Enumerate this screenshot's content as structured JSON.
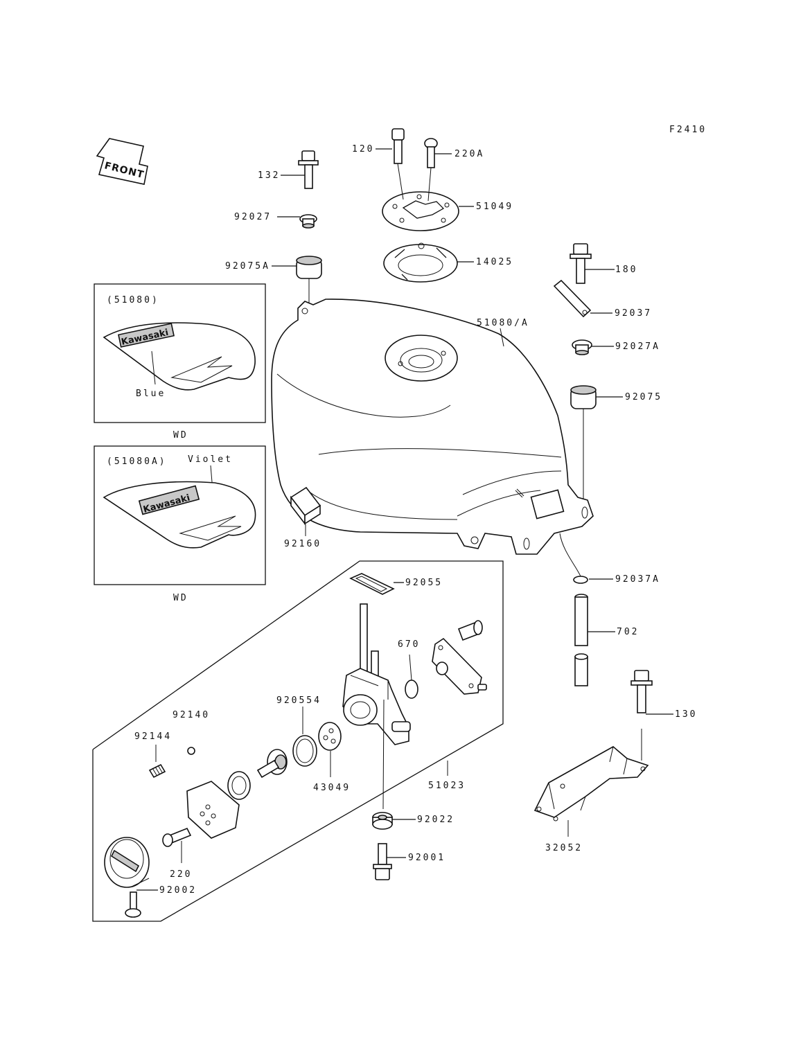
{
  "figure_code": "F2410",
  "direction_label": "FRONT",
  "parts": {
    "p120": "120",
    "p220A": "220A",
    "p132": "132",
    "p51049": "51049",
    "p92027": "92027",
    "p14025": "14025",
    "p92075A": "92075A",
    "p180": "180",
    "p92037": "92037",
    "p51080A": "51080/A",
    "p92027A": "92027A",
    "p92075": "92075",
    "p92160": "92160",
    "p92037A": "92037A",
    "p92055": "92055",
    "p670": "670",
    "p702": "702",
    "p920554": "920554",
    "p92140": "92140",
    "p92144": "92144",
    "p130": "130",
    "p43049": "43049",
    "p51023": "51023",
    "p92022": "92022",
    "p220": "220",
    "p32052": "32052",
    "p92001": "92001",
    "p92002": "92002"
  },
  "variants": [
    {
      "code": "(51080)",
      "color": "Blue",
      "market": "WD",
      "brand": "Kawasaki"
    },
    {
      "code": "(51080A)",
      "color": "Violet",
      "market": "WD",
      "brand": "Kawasaki"
    }
  ]
}
